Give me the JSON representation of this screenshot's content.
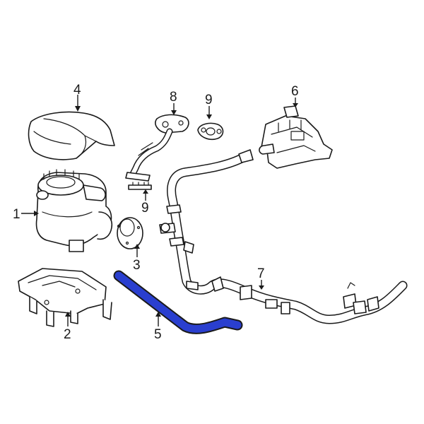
{
  "diagram": {
    "highlight_color": "#2a3fcf",
    "callouts": [
      {
        "id": "c1",
        "label": "1"
      },
      {
        "id": "c2",
        "label": "2"
      },
      {
        "id": "c3",
        "label": "3"
      },
      {
        "id": "c4",
        "label": "4"
      },
      {
        "id": "c5",
        "label": "5"
      },
      {
        "id": "c6",
        "label": "6"
      },
      {
        "id": "c7",
        "label": "7"
      },
      {
        "id": "c8",
        "label": "8"
      },
      {
        "id": "c9a",
        "label": "9"
      },
      {
        "id": "c9b",
        "label": "9"
      }
    ]
  }
}
